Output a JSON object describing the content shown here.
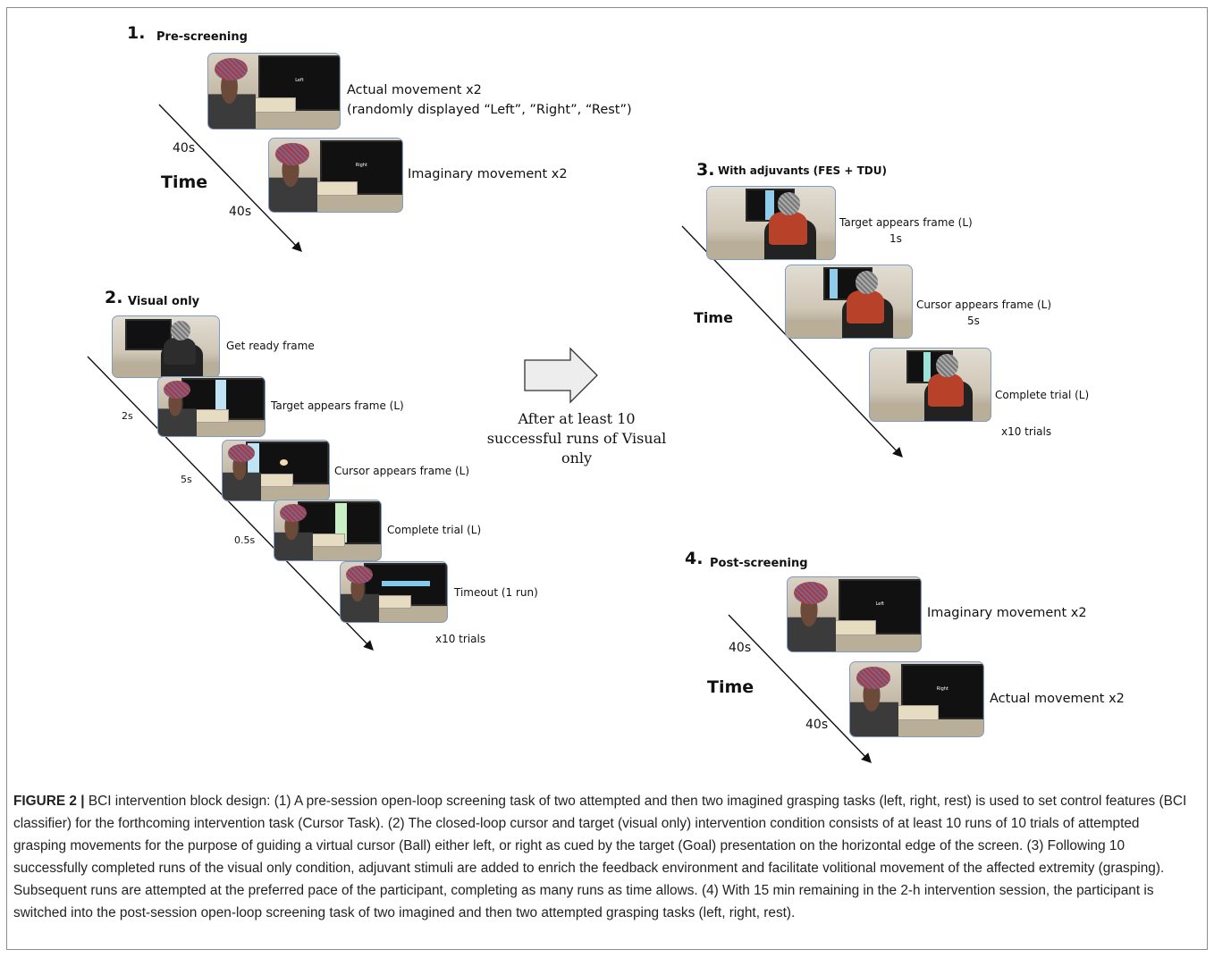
{
  "figure": {
    "section1": {
      "number": "1.",
      "title": "Pre-screening",
      "time_label": "Time",
      "ticks": [
        "40s",
        "40s"
      ],
      "frames": [
        {
          "label_line1": "Actual movement x2",
          "label_line2": "(randomly displayed “Left”, ”Right”, “Rest”)",
          "screen_text": "Left"
        },
        {
          "label_line1": "Imaginary movement x2",
          "screen_text": "Right"
        }
      ]
    },
    "section2": {
      "number": "2.",
      "title": "Visual only",
      "ticks": [
        "2s",
        "5s",
        "0.5s"
      ],
      "frames": [
        {
          "label": "Get ready frame"
        },
        {
          "label": "Target appears frame (L)"
        },
        {
          "label": "Cursor appears frame (L)"
        },
        {
          "label": "Complete trial (L)"
        },
        {
          "label": "Timeout (1 run)"
        }
      ],
      "repeat": "x10 trials"
    },
    "transition": {
      "text_line1": "After at least 10",
      "text_line2": "successful runs of Visual",
      "text_line3": "only"
    },
    "section3": {
      "number": "3.",
      "title": "With adjuvants (FES + TDU)",
      "time_label": "Time",
      "frames": [
        {
          "label": "Target appears frame (L)",
          "duration": "1s"
        },
        {
          "label": "Cursor appears frame (L)",
          "duration": "5s"
        },
        {
          "label": "Complete trial (L)"
        }
      ],
      "repeat": "x10 trials"
    },
    "section4": {
      "number": "4.",
      "title": "Post-screening",
      "time_label": "Time",
      "ticks": [
        "40s",
        "40s"
      ],
      "frames": [
        {
          "label": "Imaginary movement x2",
          "screen_text": "Left"
        },
        {
          "label": "Actual movement x2",
          "screen_text": "Right"
        }
      ]
    }
  },
  "caption": {
    "label": "FIGURE 2 |",
    "text": "BCI intervention block design: (1) A pre-session open-loop screening task of two attempted and then two imagined grasping tasks (left, right, rest) is used to set control features (BCI classifier) for the forthcoming intervention task (Cursor Task). (2) The closed-loop cursor and target (visual only) intervention condition consists of at least 10 runs of 10 trials of attempted grasping movements for the purpose of guiding a virtual cursor (Ball) either left, or right as cued by the target (Goal) presentation on the horizontal edge of the screen. (3) Following 10 successfully completed runs of the visual only condition, adjuvant stimuli are added to enrich the feedback environment and facilitate volitional movement of the affected extremity (grasping). Subsequent runs are attempted at the preferred pace of the participant, completing as many runs as time allows. (4) With 15 min remaining in the 2-h intervention session, the participant is switched into the post-session open-loop screening task of two imagined and then two attempted grasping tasks (left, right, rest)."
  },
  "colors": {
    "frame_border": "#7f9bc4",
    "arrow_fill": "#ededed",
    "text": "#111111"
  }
}
